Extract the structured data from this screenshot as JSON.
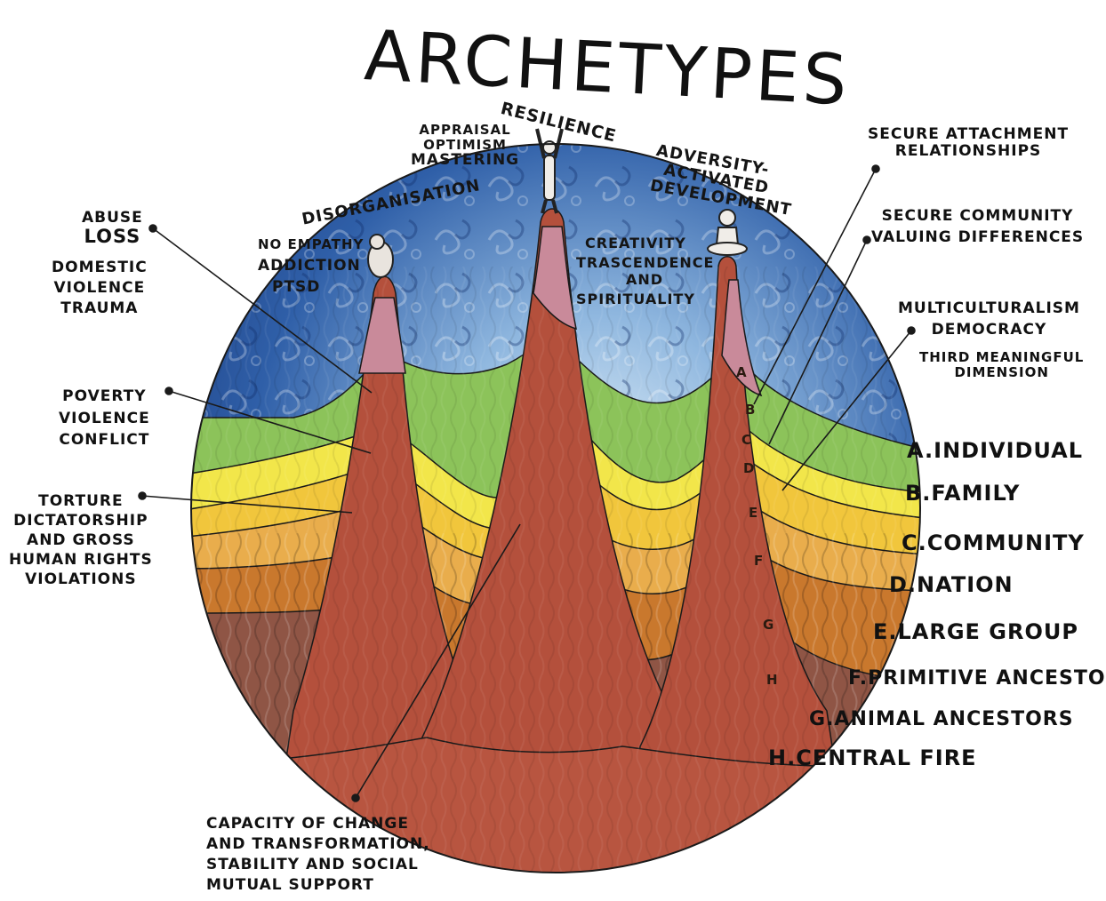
{
  "title": "ARCHETYPES",
  "peak_top": {
    "resilience": "RESILIENCE",
    "appraisal": [
      "APPRAISAL",
      "OPTIMISM",
      "MASTERING"
    ],
    "disorganisation": "DISORGANISATION",
    "adversity": [
      "ADVERSITY-",
      "ACTIVATED",
      "DEVELOPMENT"
    ],
    "left_peak": [
      "NO EMPATHY",
      "ADDICTION",
      "PTSD"
    ],
    "right_peak": [
      "CREATIVITY",
      "TRASCENDENCE",
      "AND",
      "SPIRITUALITY"
    ]
  },
  "left_annotations": {
    "abuse": [
      "ABUSE",
      "LOSS"
    ],
    "domestic": [
      "DOMESTIC",
      "VIOLENCE",
      "TRAUMA"
    ],
    "poverty": [
      "POVERTY",
      "VIOLENCE",
      "CONFLICT"
    ],
    "torture": [
      "TORTURE",
      "DICTATORSHIP",
      "AND GROSS",
      "HUMAN RIGHTS",
      "VIOLATIONS"
    ]
  },
  "right_annotations": {
    "secure_attachment": [
      "SECURE ATTACHMENT",
      "RELATIONSHIPS"
    ],
    "secure_community": [
      "SECURE COMMUNITY",
      "VALUING DIFFERENCES"
    ],
    "multiculturalism": [
      "MULTICULTURALISM",
      "DEMOCRACY"
    ],
    "third": [
      "THIRD MEANINGFUL",
      "DIMENSION"
    ]
  },
  "bottom_annotation": [
    "CAPACITY OF CHANGE",
    "AND TRANSFORMATION,",
    "STABILITY AND SOCIAL",
    "MUTUAL SUPPORT"
  ],
  "layers": [
    {
      "letter": "A",
      "label": "A.INDIVIDUAL",
      "color": "#c98a9a"
    },
    {
      "letter": "B",
      "label": "B.FAMILY",
      "color": "#8cc35a"
    },
    {
      "letter": "C",
      "label": "C.COMMUNITY",
      "color": "#f2e64a"
    },
    {
      "letter": "D",
      "label": "D.NATION",
      "color": "#f1c63c"
    },
    {
      "letter": "E",
      "label": "E.LARGE GROUP",
      "color": "#e9ad4c"
    },
    {
      "letter": "F",
      "label": "F.PRIMITIVE ANCESTORS",
      "color": "#c9782d"
    },
    {
      "letter": "G",
      "label": "G.ANIMAL ANCESTORS",
      "color": "#8f5545"
    },
    {
      "letter": "H",
      "label": "H.CENTRAL FIRE",
      "color": "#b85540"
    }
  ],
  "colors": {
    "sky_dark": "#1d3f86",
    "sky_mid": "#3f74b8",
    "sky_light": "#a9cbe8",
    "peak": "#b4503c",
    "outline": "#1a1a1a"
  }
}
